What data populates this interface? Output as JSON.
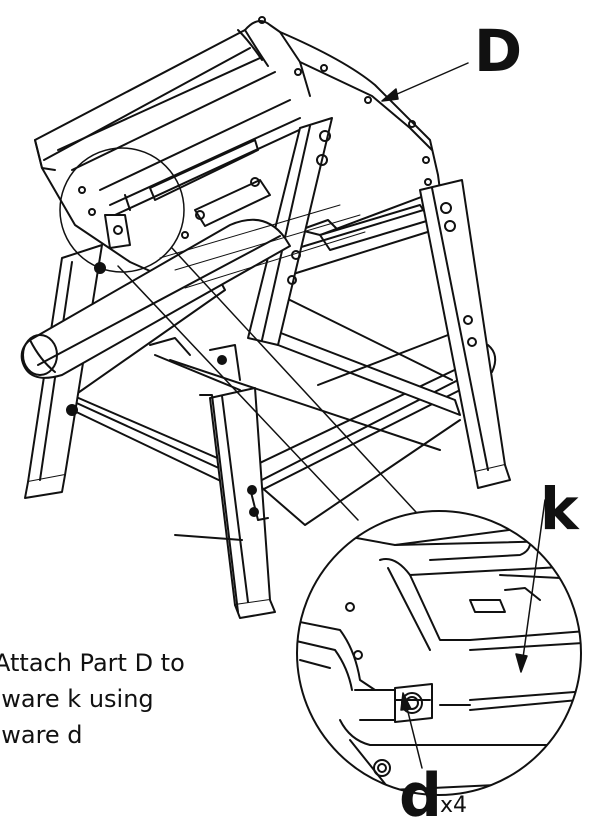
{
  "labels": {
    "part_D": "D",
    "hardware_k": "k",
    "hardware_d": "d",
    "hardware_d_qty": "x4"
  },
  "instructions": {
    "line1": "Attach Part D to",
    "line2": "dware k using",
    "line3": "dware d"
  },
  "colors": {
    "line": "#111111",
    "background": "#ffffff"
  }
}
